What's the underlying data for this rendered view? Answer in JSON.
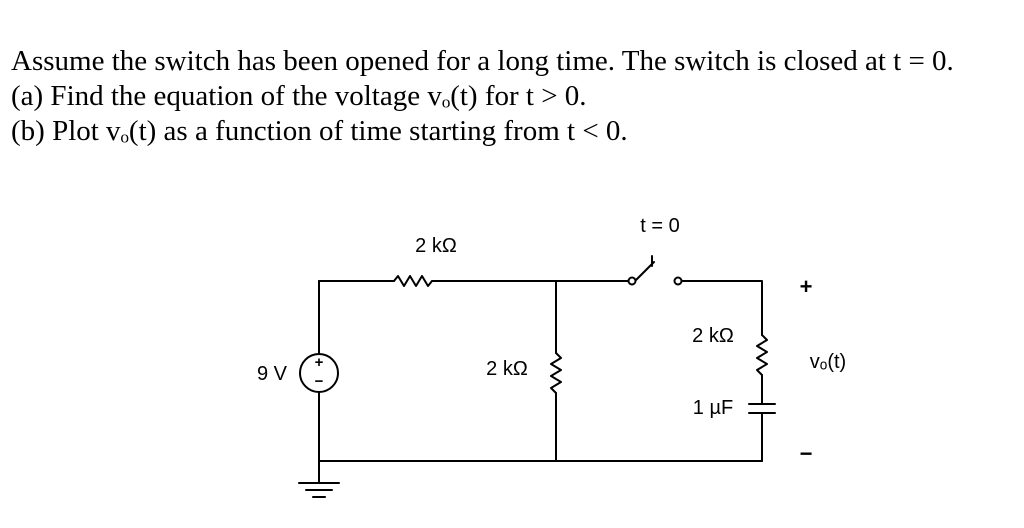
{
  "problem": {
    "line1": "Assume the switch has been opened for a long time. The switch is closed at t = 0.",
    "line2": "(a) Find the equation of the voltage vₒ(t) for t > 0.",
    "line3": "(b) Plot vₒ(t) as a function of time starting from t < 0."
  },
  "circuit": {
    "source_label": "9 V",
    "source_plus": "+",
    "source_minus": "−",
    "r1_label": "2 kΩ",
    "r2_label": "2 kΩ",
    "r3_label": "2 kΩ",
    "c_label": "1 µF",
    "switch_label": "t = 0",
    "vout_label": "vₒ(t)",
    "vout_plus": "+",
    "vout_minus": "−"
  }
}
